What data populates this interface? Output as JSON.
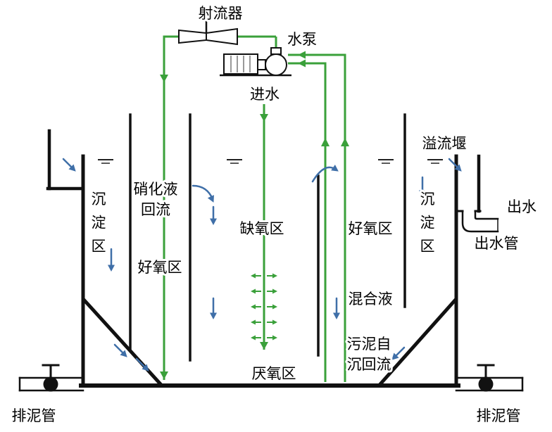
{
  "colors": {
    "pipe_green": "#3aa03a",
    "arrow_blue": "#3f6fa8",
    "structure": "#111111"
  },
  "labels": {
    "ejector": "射流器",
    "pump": "水泵",
    "influent": "进水",
    "overflow_weir": "溢流堰",
    "effluent": "出水",
    "effluent_pipe": "出水管",
    "settling_zone_left": "沉淀区",
    "settling_zone_right": "沉淀区",
    "nitrified_reflux_line1": "硝化液",
    "nitrified_reflux_line2": "回流",
    "aerobic_zone_left": "好氧区",
    "anoxic_zone": "缺氧区",
    "aerobic_zone_right": "好氧区",
    "mixed_liquor": "混合液",
    "sludge_reflux_line1": "污泥自",
    "sludge_reflux_line2": "沉回流",
    "anaerobic_zone": "厌氧区",
    "sludge_pipe_left": "排泥管",
    "sludge_pipe_right": "排泥管"
  }
}
